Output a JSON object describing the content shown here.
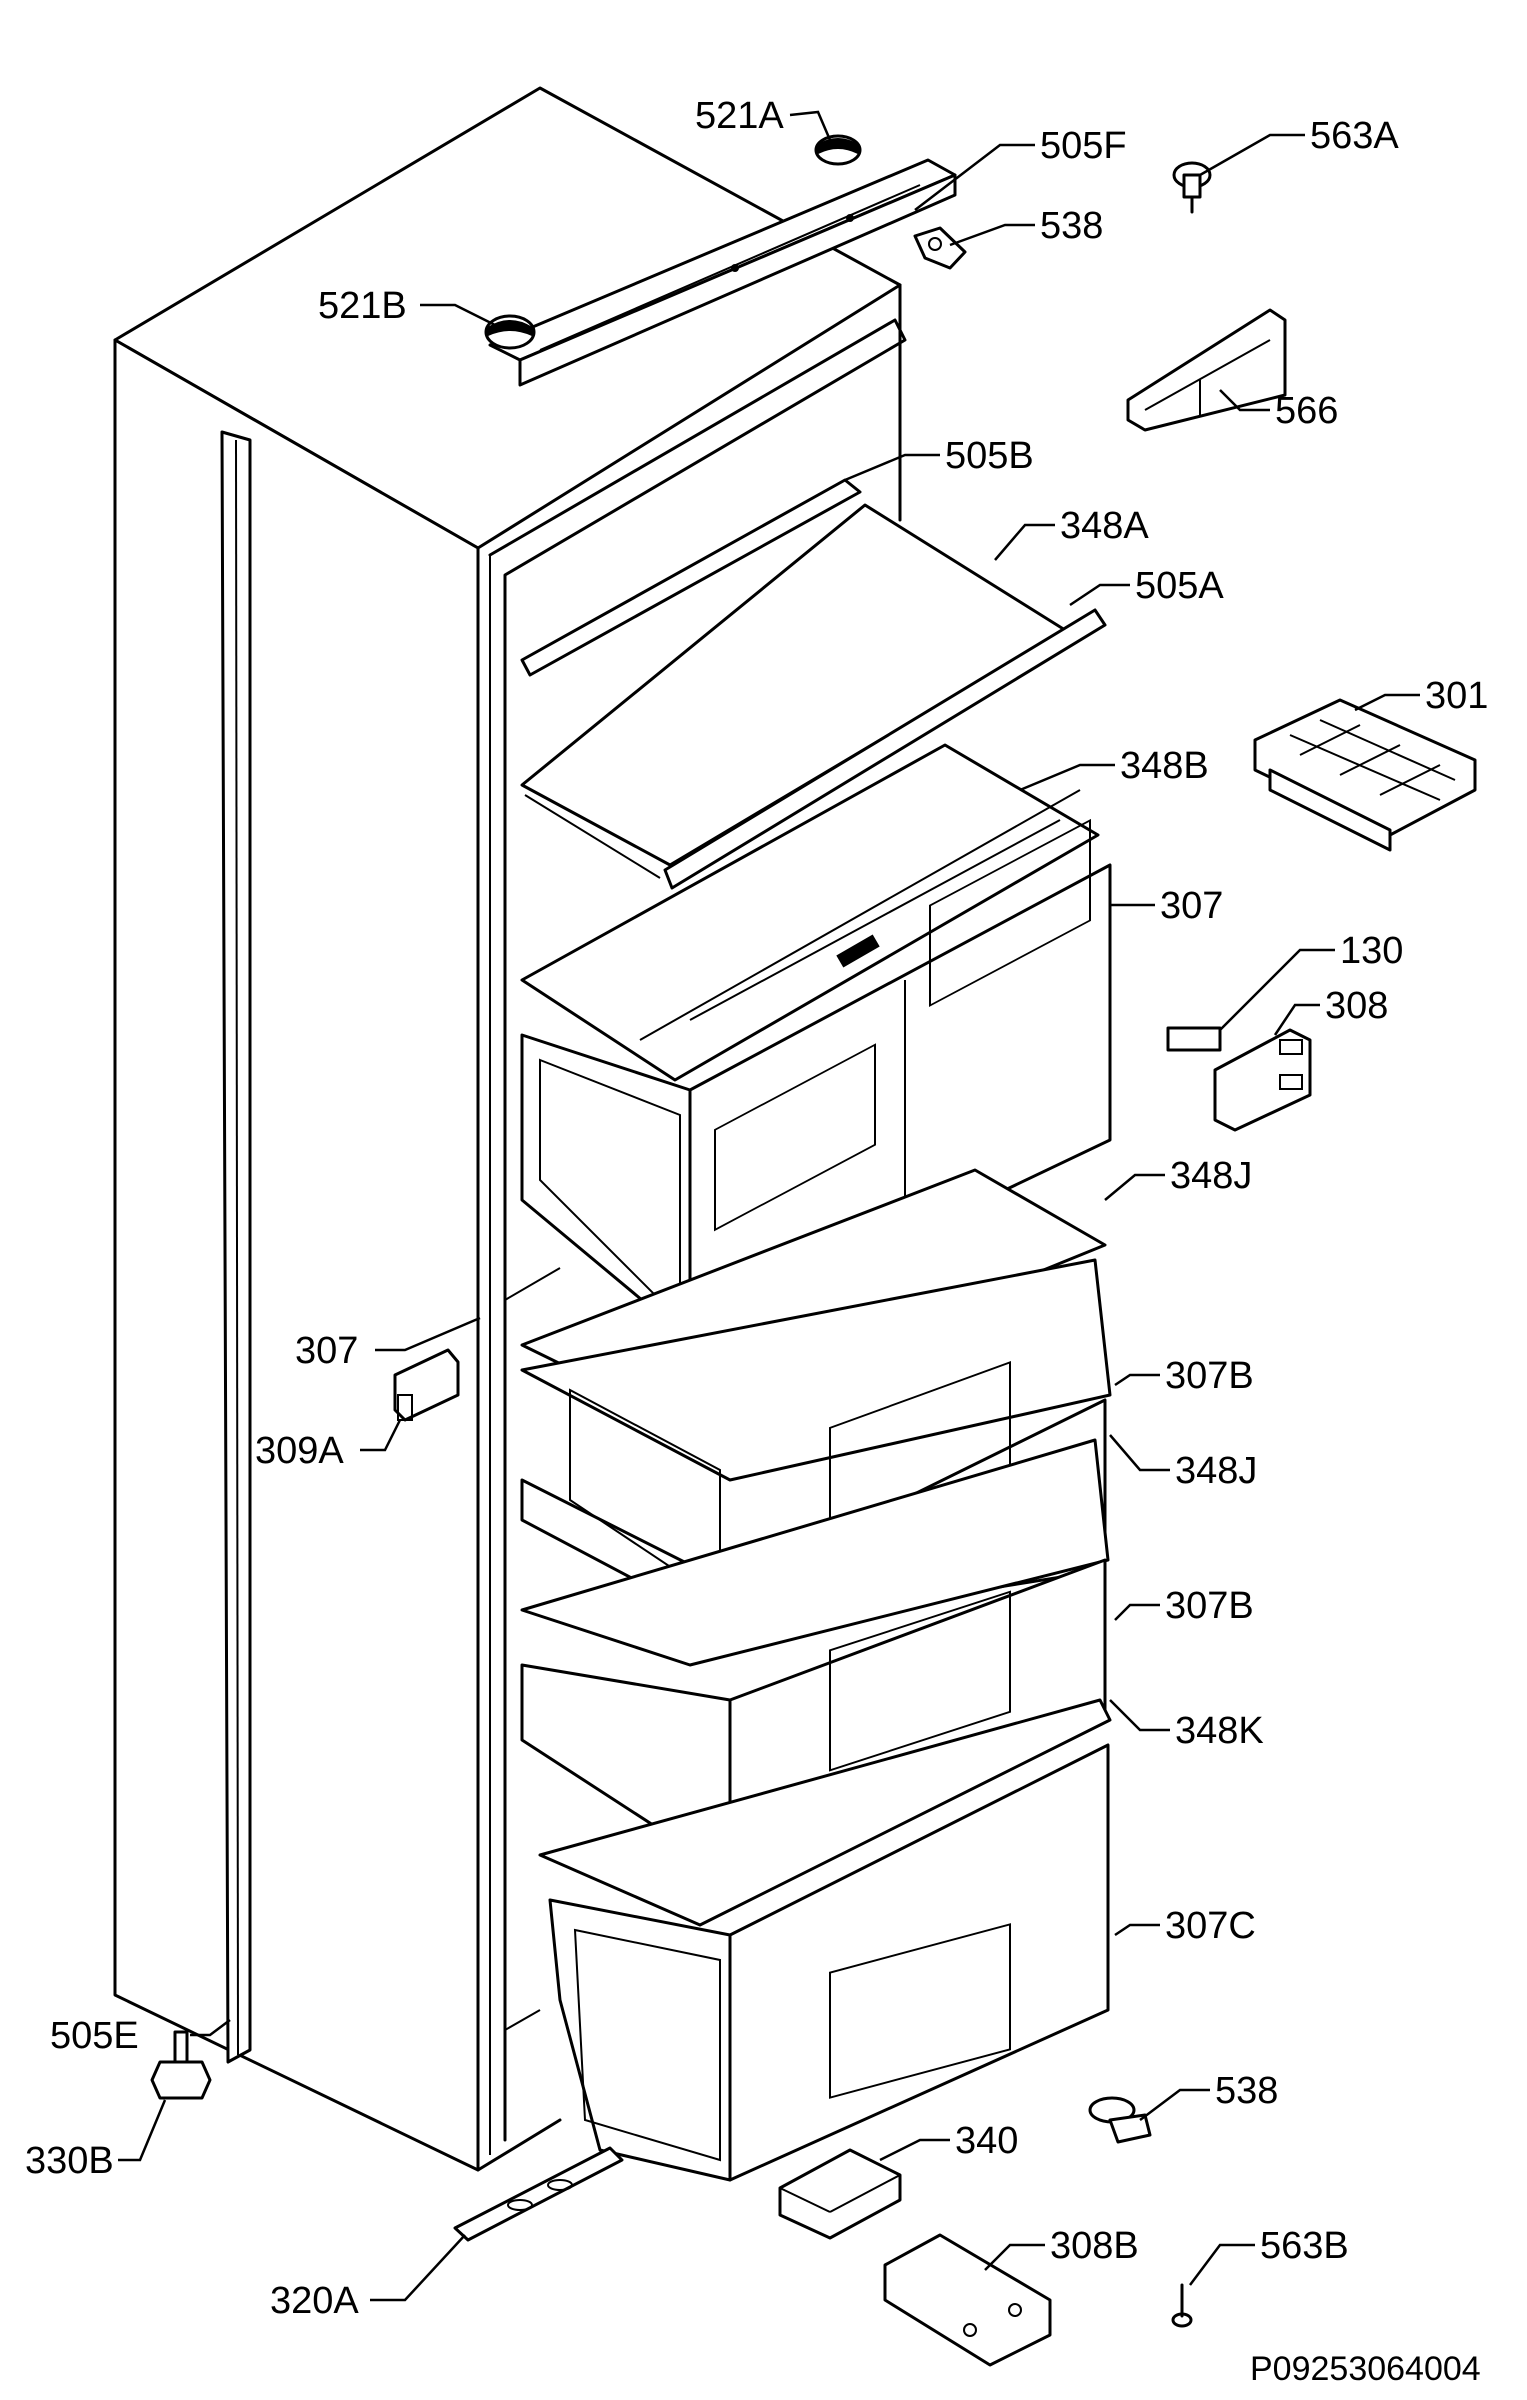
{
  "labels": {
    "l521a": "521A",
    "l505f": "505F",
    "l563a": "563A",
    "l538a": "538",
    "l521b": "521B",
    "l566": "566",
    "l505b": "505B",
    "l348a": "348A",
    "l505a": "505A",
    "l301": "301",
    "l348b": "348B",
    "l307a": "307",
    "l130": "130",
    "l308": "308",
    "l348j1": "348J",
    "l307b1": "307B",
    "l348j2": "348J",
    "l307b2": "307B",
    "l348k": "348K",
    "l307c": "307C",
    "l307": "307",
    "l309a": "309A",
    "l505e": "505E",
    "l330b": "330B",
    "l538b": "538",
    "l340": "340",
    "l308b": "308B",
    "l563b": "563B",
    "l320a": "320A"
  },
  "reference": "P09253064004"
}
